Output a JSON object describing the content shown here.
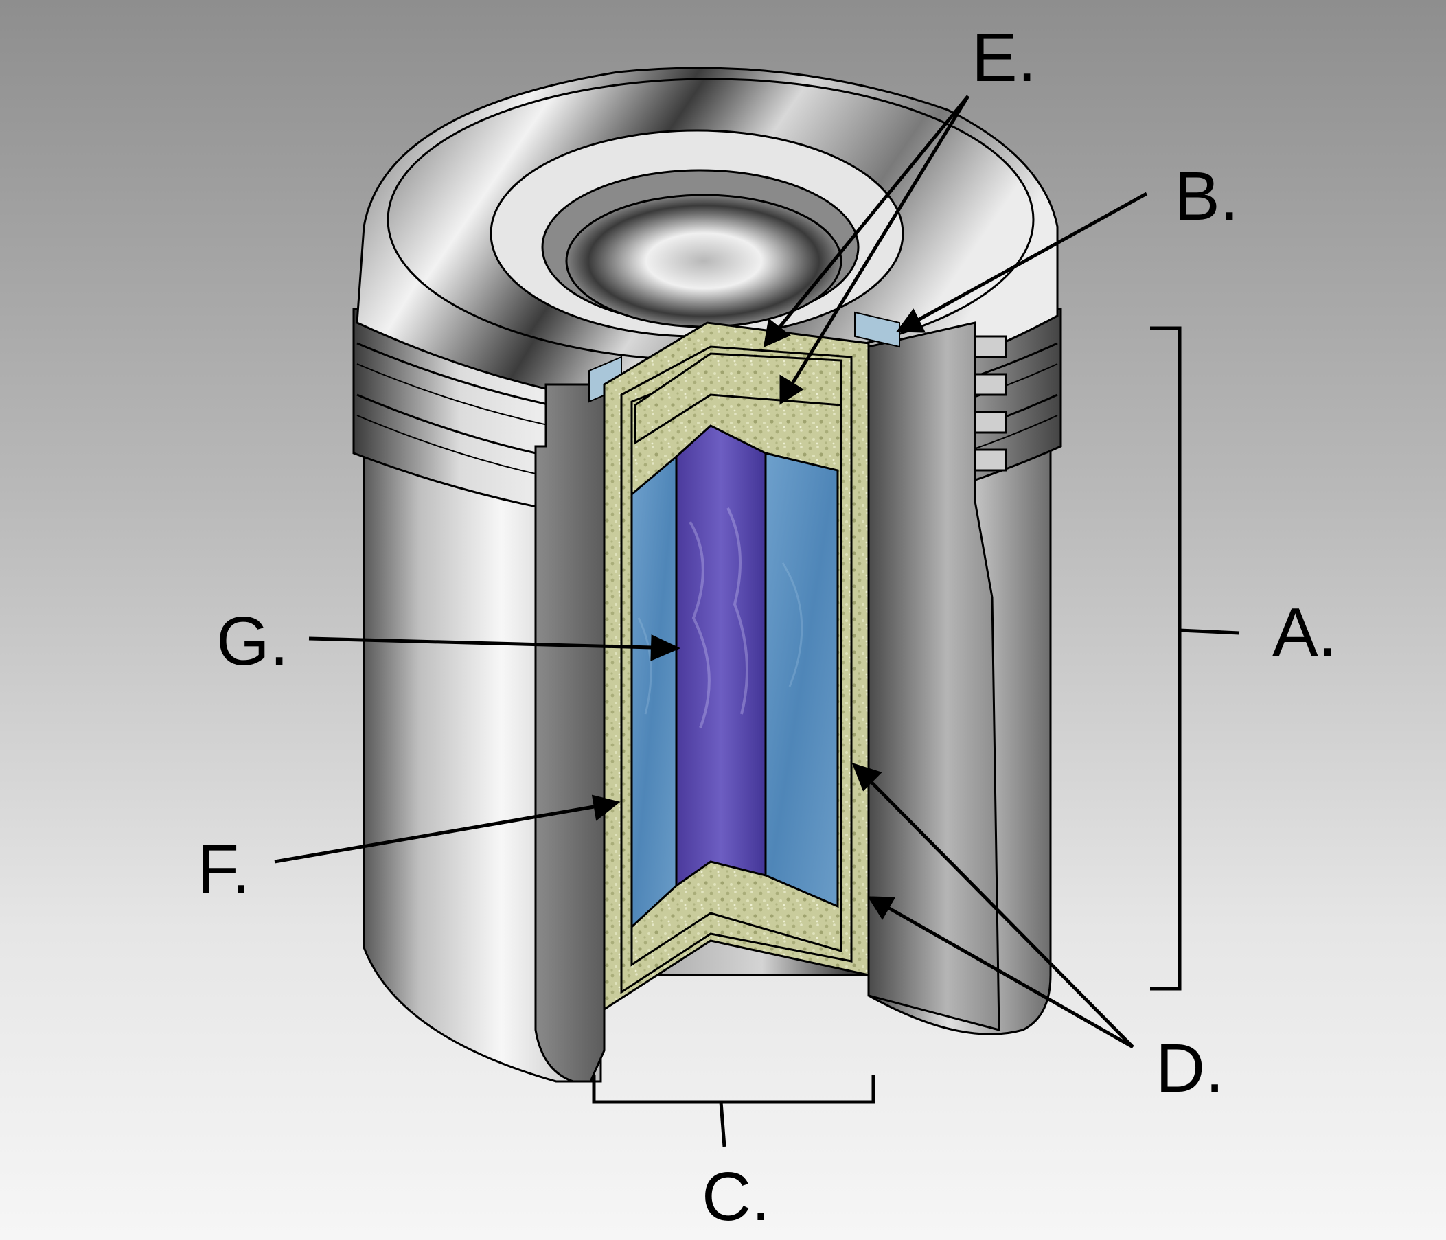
{
  "labels": {
    "A": "A.",
    "B": "B.",
    "C": "C.",
    "D": "D.",
    "E": "E.",
    "F": "F.",
    "G": "G."
  },
  "colors": {
    "background_top": "#8e8e8e",
    "background_bottom": "#f6f6f6",
    "metal_light": "#f4f4f4",
    "metal_dark": "#2e2e2e",
    "insulation_fill": "#c8cb9a",
    "core_light_blue": "#5e93c1",
    "core_dark_blue": "#4a3fa4",
    "seal_insert": "#a9c6d9",
    "outline": "#000000"
  },
  "icons": {
    "callout_arrow": "arrowhead",
    "dimension_bracket": "bracket"
  }
}
